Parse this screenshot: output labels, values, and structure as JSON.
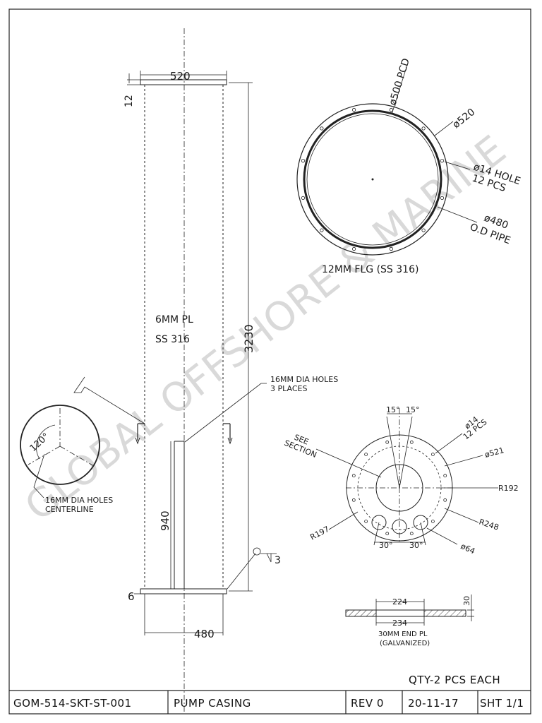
{
  "elevation": {
    "dim_top_width": "520",
    "dim_flange_thk_top": "12",
    "dim_height": "3230",
    "dim_opening_height": "940",
    "dim_flange_thk_bottom": "6",
    "dim_bottom_width": "480",
    "note_plate_line1": "6MM PL",
    "note_plate_line2": "SS 316",
    "note_holes_line1": "16MM DIA HOLES",
    "note_holes_line2": "3 PLACES",
    "weld_size": "3"
  },
  "section_circle": {
    "angle": "120°",
    "note_line1": "16MM DIA HOLES",
    "note_line2": "CENTERLINE"
  },
  "flange_view": {
    "pcd": "ø500 PCD",
    "od": "ø520",
    "hole_line1": "ø14 HOLE",
    "hole_line2": "12 PCS",
    "pipe_line1": "ø480",
    "pipe_line2": "O.D PIPE",
    "caption": "12MM FLG (SS 316)"
  },
  "end_plate_view": {
    "angle_left": "15°",
    "angle_right": "15°",
    "hole_line1": "ø14",
    "hole_line2": "12 PCS",
    "od": "ø521",
    "radius_1": "R192",
    "radius_2": "R248",
    "radius_3": "R197",
    "small_hole": "ø64",
    "angle_bottom_left": "30°",
    "angle_bottom_right": "30°",
    "see_line1": "SEE",
    "see_line2": "SECTION"
  },
  "end_plate_section": {
    "dim_top": "224",
    "dim_bottom": "234",
    "dim_thk": "30",
    "caption_line1": "30MM END PL",
    "caption_line2": "(GALVANIZED)"
  },
  "watermark": "GLOBAL OFFSHORE & MARINE",
  "qty_note": "QTY-2 PCS EACH",
  "title_block": {
    "drawing_no": "GOM-514-SKT-ST-001",
    "title": "PUMP CASING",
    "revision": "REV 0",
    "date": "20-11-17",
    "sheet": "SHT 1/1"
  }
}
